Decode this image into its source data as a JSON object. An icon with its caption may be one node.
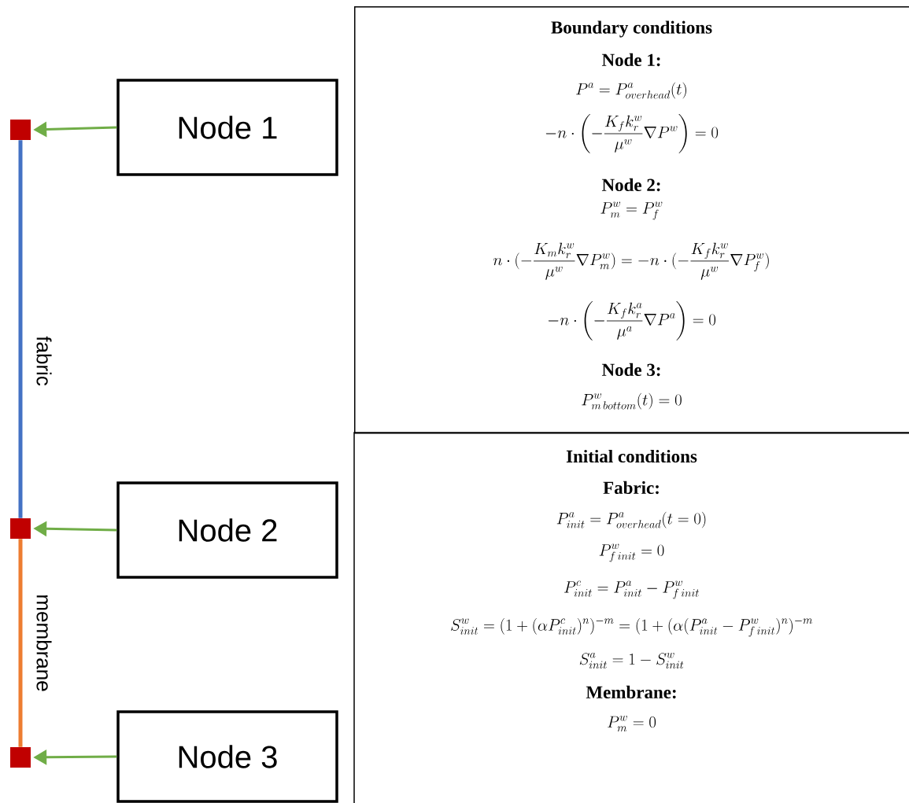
{
  "diagram": {
    "nodes": [
      {
        "text": [
          "Node 1"
        ]
      },
      {
        "text": [
          "Node 2"
        ]
      },
      {
        "text": [
          "Node 3"
        ]
      },
      {
        "text": [],
        "shape": "box"
      },
      {
        "text": [],
        "shape": "box"
      },
      {
        "text": [],
        "shape": "box"
      },
      {
        "text": [
          "Boundary conditions",
          "Node 1:",
          "P^{a} = P^{a}_{overhead}(t)",
          "-n\\cdot\\left(-\\frac{K_{f}k^{w}_{r}}{\\mu^{w}}\\nabla P^{w}\\right) = 0",
          "Node 2:",
          "P^{w}_{m} = P^{w}_{f}",
          "n\\cdot(-\\frac{K_{m}k^{w}_{r}}{\\mu^{w}}\\nabla P^{w}_{m}) = -n\\cdot(-\\frac{K_{f}k^{w}_{r}}{\\mu^{w}}\\nabla P^{w}_{f})",
          "-n\\cdot\\left(-\\frac{K_{f}k^{a}_{r}}{\\mu^{a}}\\nabla P^{a}\\right) = 0",
          "Node 3:",
          "P^{w}_{m\\,bottom}(t) = 0"
        ]
      },
      {
        "text": [
          "Initial conditions",
          "Fabric:",
          "P^{a}_{init} = P^{a}_{overhead}(t=0)",
          "P^{w}_{f\\,init} = 0",
          "P^{c}_{init} = P^{a}_{init} - P^{w}_{f\\,init}",
          "S^{w}_{init} = (1+(\\alpha P^{c}_{init})^{n})^{-m} = (1+(\\alpha(P^{a}_{init} - P^{w}_{f\\,init})^{n})^{-m}",
          "S^{a}_{init} = 1 - S^{w}_{init}",
          "Membrane:",
          "P^{w}_{m} = 0"
        ]
      }
    ],
    "edges": [
      {
        "from": 0,
        "to": 3,
        "arrow": "to"
      },
      {
        "from": 1,
        "to": 4,
        "arrow": "to"
      },
      {
        "from": 2,
        "to": 5,
        "arrow": "to"
      },
      {
        "from": 3,
        "to": 4,
        "arrow": "none",
        "label": "fabric",
        "color": "#4472c4"
      },
      {
        "from": 4,
        "to": 5,
        "arrow": "none",
        "label": "membrane",
        "color": "#ed7d31"
      }
    ]
  }
}
